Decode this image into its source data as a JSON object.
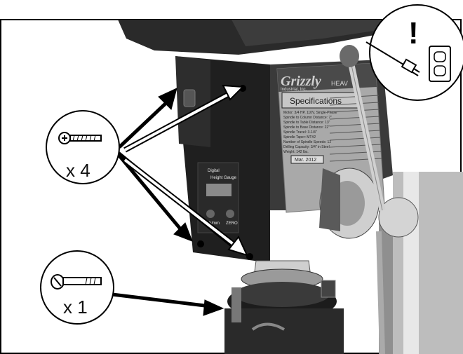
{
  "callouts": [
    {
      "part": "screw",
      "quantity_label": "x 4"
    },
    {
      "part": "bolt",
      "quantity_label": "x 1"
    }
  ],
  "nameplate": {
    "brand": "Grizzly",
    "brand_sub": "Industrial, Inc.",
    "heading_partial": "HEAV",
    "specs_title": "Specifications",
    "specs": [
      "Motor: 3/4 HP, 110V, Single-Phase",
      "Spindle to Column Distance: 7\"",
      "Spindle to Table Distance: 13\"",
      "Spindle to Base Distance: 22\"",
      "Spindle Travel: 3-1/4\"",
      "Spindle Taper: MT#2",
      "Number of Spindle Speeds: 12",
      "Drilling Capacity: 3/4\" in Steel",
      "Weight: 142 lbs."
    ],
    "date": "Mar. 2012"
  },
  "display": {
    "line1": "Digital",
    "line2a": "Height",
    "line2b": "Gauge",
    "button_left": "Inch/mm",
    "button_right": "ZERO"
  },
  "warning": {
    "symbol": "!",
    "icon": "unplug-warning-icon"
  },
  "colors": {
    "stroke": "#000000",
    "arrow_white": "#ffffff",
    "machine_dark": "#2b2b2b",
    "plate": "#a9a9a9"
  }
}
